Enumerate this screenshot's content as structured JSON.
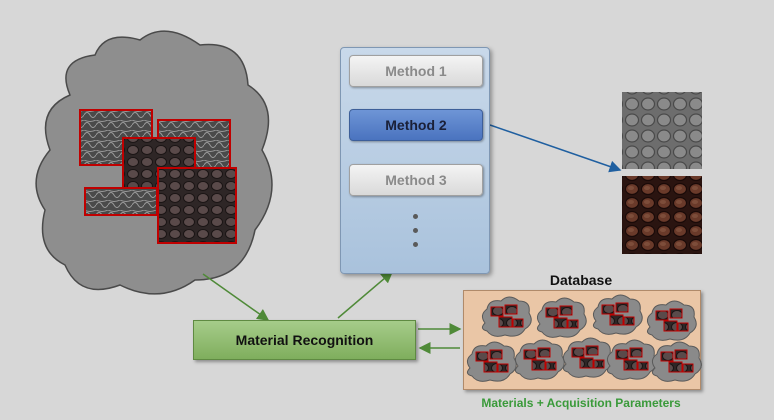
{
  "methods": [
    "Method 1",
    "Method 2",
    "Method 3"
  ],
  "recognition_label": "Material Recognition",
  "database": {
    "title": "Database",
    "caption": "Materials + Acquisition Parameters"
  },
  "colors": {
    "background": "#d7d7d7",
    "active_method": "#4a73bf",
    "recognition": "#8db86e",
    "database_fill": "#eac6a6",
    "caption_green": "#3a9a3a",
    "arrow_green": "#4f8a38",
    "arrow_blue": "#1f5fa0",
    "sample_frame": "#c00000"
  },
  "icons": [
    "cloud-icon",
    "leather-texture-icon",
    "arrow-icon"
  ]
}
